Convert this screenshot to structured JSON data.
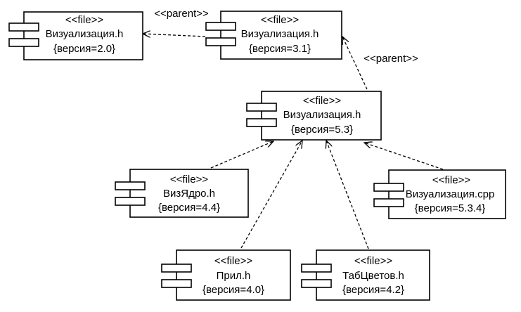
{
  "nodes": [
    {
      "id": "n1",
      "stereotype": "<<file>>",
      "name": "Визуализация.h",
      "version": "{версия=2.0}"
    },
    {
      "id": "n2",
      "stereotype": "<<file>>",
      "name": "Визуализация.h",
      "version": "{версия=3.1}"
    },
    {
      "id": "n3",
      "stereotype": "<<file>>",
      "name": "Визуализация.h",
      "version": "{версия=5.3}"
    },
    {
      "id": "n4",
      "stereotype": "<<file>>",
      "name": "ВизЯдро.h",
      "version": "{версия=4.4}"
    },
    {
      "id": "n5",
      "stereotype": "<<file>>",
      "name": "Визуализация.cpp",
      "version": "{версия=5.3.4}"
    },
    {
      "id": "n6",
      "stereotype": "<<file>>",
      "name": "Прил.h",
      "version": "{версия=4.0}"
    },
    {
      "id": "n7",
      "stereotype": "<<file>>",
      "name": "ТабЦветов.h",
      "version": "{версия=4.2}"
    }
  ],
  "edges": [
    {
      "from": "n2",
      "to": "n1",
      "label": "<<parent>>"
    },
    {
      "from": "n3",
      "to": "n2",
      "label": "<<parent>>"
    },
    {
      "from": "n4",
      "to": "n3",
      "label": ""
    },
    {
      "from": "n6",
      "to": "n3",
      "label": ""
    },
    {
      "from": "n7",
      "to": "n3",
      "label": ""
    },
    {
      "from": "n5",
      "to": "n3",
      "label": ""
    }
  ]
}
